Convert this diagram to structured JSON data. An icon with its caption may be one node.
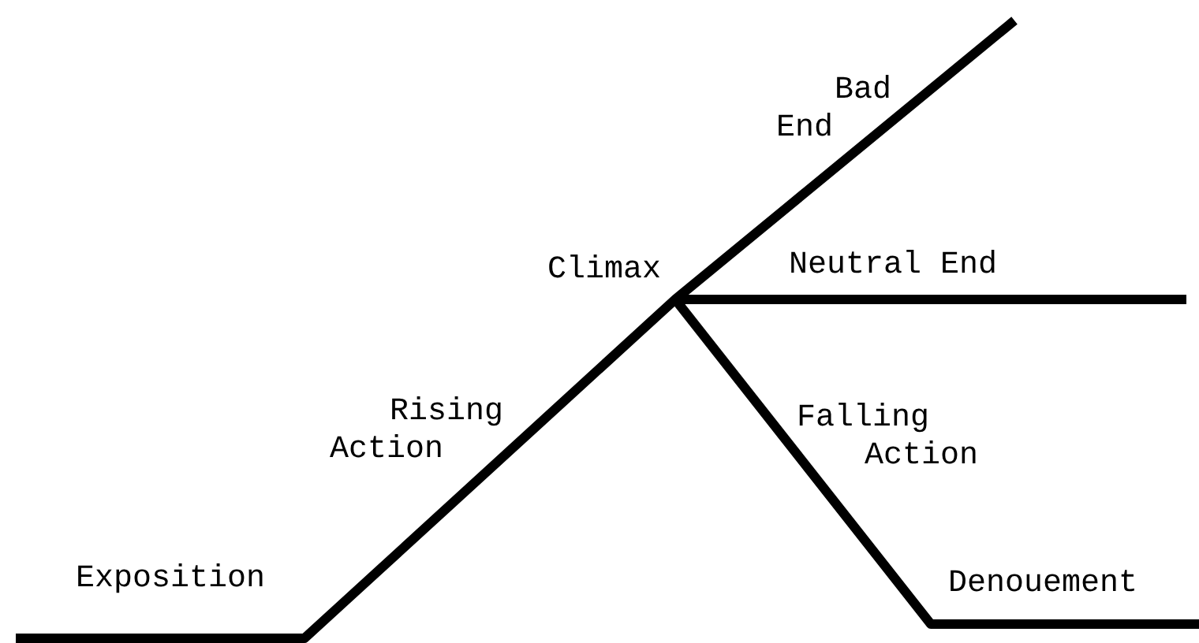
{
  "diagram": {
    "labels": [
      "Bad End",
      "Climax",
      "Neutral End",
      "Rising Action",
      "Falling Action",
      "Exposition",
      "Denouement"
    ]
  }
}
